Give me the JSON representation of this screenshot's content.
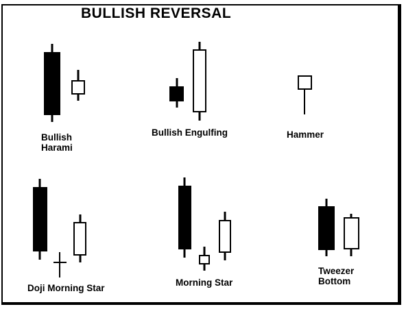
{
  "title": "BULLISH REVERSAL",
  "colors": {
    "bearish_body": "#000000",
    "bullish_body": "#ffffff",
    "outline": "#000000"
  },
  "patterns": [
    {
      "id": "bullish-harami",
      "label_lines": [
        "Bullish",
        "Harami"
      ]
    },
    {
      "id": "bullish-engulfing",
      "label_lines": [
        "Bullish Engulfing"
      ]
    },
    {
      "id": "hammer",
      "label_lines": [
        "Hammer"
      ]
    },
    {
      "id": "doji-morning-star",
      "label_lines": [
        "Doji Morning Star"
      ]
    },
    {
      "id": "morning-star",
      "label_lines": [
        "Morning Star"
      ]
    },
    {
      "id": "tweezer-bottom",
      "label_lines": [
        "Tweezer",
        "Bottom"
      ]
    }
  ]
}
